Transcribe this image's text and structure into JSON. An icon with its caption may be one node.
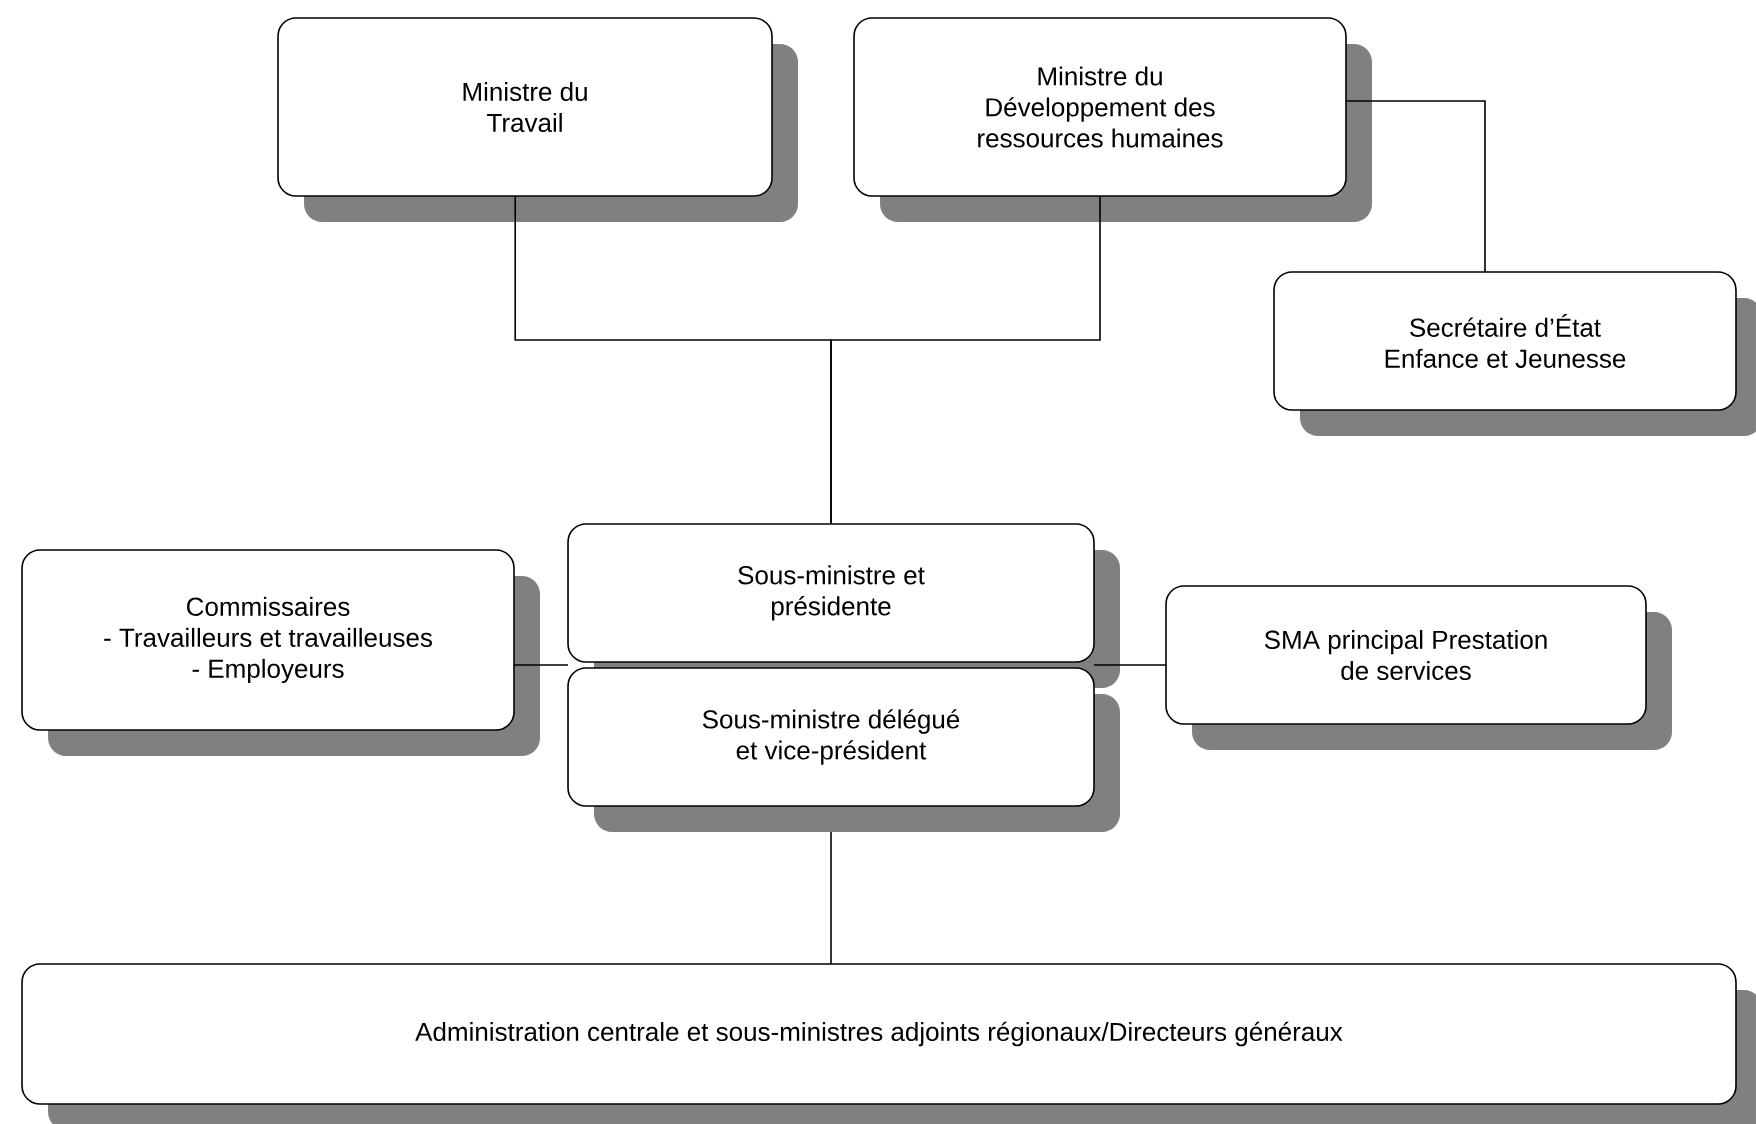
{
  "diagram": {
    "nodes": [
      {
        "text": [
          "Ministre du Travail"
        ]
      },
      {
        "text": [
          "Ministre du Développement des ressources humaines"
        ]
      },
      {
        "text": [
          "Secrétaire d’État Enfance et Jeunesse"
        ]
      },
      {
        "text": [
          "Sous-ministre et présidente"
        ]
      },
      {
        "text": [
          "Commissaires",
          "- Travailleurs et travailleuses",
          "- Employeurs"
        ]
      },
      {
        "text": [
          "Sous-ministre délégué et vice-président"
        ]
      },
      {
        "text": [
          "SMA principal Prestation de services"
        ]
      },
      {
        "text": [
          "Administration centrale et sous-ministres adjoints régionaux/Directeurs généraux"
        ]
      }
    ],
    "edges": [
      {
        "from": 0,
        "to": 3,
        "arrow": "none"
      },
      {
        "from": 1,
        "to": 3,
        "arrow": "none"
      },
      {
        "from": 1,
        "to": 2,
        "arrow": "none"
      },
      {
        "from": 4,
        "to": 3,
        "arrow": "none"
      },
      {
        "from": 3,
        "to": 6,
        "arrow": "none"
      },
      {
        "from": 5,
        "to": 7,
        "arrow": "none"
      }
    ]
  }
}
